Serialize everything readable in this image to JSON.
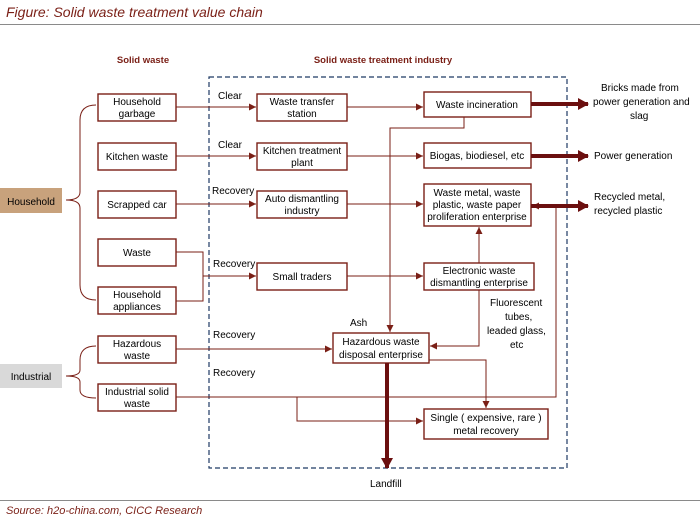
{
  "title": "Figure: Solid waste treatment value chain",
  "source": "Source: h2o-china.com, CICC Research",
  "colors": {
    "accent": "#7a1f16",
    "household_tag": "#c8a27c",
    "industrial_tag": "#d9d9d9",
    "dashed_border": "#1f3a64"
  },
  "headers": {
    "solid_waste": "Solid waste",
    "industry": "Solid waste treatment industry"
  },
  "categories": {
    "household": "Household",
    "industrial": "Industrial"
  },
  "sources": {
    "household_garbage": [
      "Household",
      "garbage"
    ],
    "kitchen_waste": [
      "Kitchen waste"
    ],
    "scrapped_car": [
      "Scrapped car"
    ],
    "waste": [
      "Waste"
    ],
    "household_appliances": [
      "Household",
      "appliances"
    ],
    "hazardous_waste": [
      "Hazardous",
      "waste"
    ],
    "industrial_solid_waste": [
      "Industrial solid",
      "waste"
    ]
  },
  "processors": {
    "waste_transfer": [
      "Waste transfer",
      "station"
    ],
    "kitchen_treatment": [
      "Kitchen treatment",
      "plant"
    ],
    "auto_dismantling": [
      "Auto dismantling",
      "industry"
    ],
    "small_traders": [
      "Small traders"
    ],
    "waste_incineration": [
      "Waste incineration"
    ],
    "biogas": [
      "Biogas, biodiesel, etc"
    ],
    "waste_metal": [
      "Waste metal, waste",
      "plastic, waste paper",
      "proliferation enterprise"
    ],
    "electronic_dismantling": [
      "Electronic waste",
      "dismantling enterprise"
    ],
    "hazardous_disposal": [
      "Hazardous waste",
      "disposal enterprise"
    ],
    "metal_recovery": [
      "Single ( expensive, rare )",
      "metal recovery"
    ]
  },
  "edge_labels": {
    "clear1": "Clear",
    "clear2": "Clear",
    "recovery1": "Recovery",
    "recovery2": "Recovery",
    "recovery3": "Recovery",
    "recovery4": "Recovery",
    "ash": "Ash"
  },
  "outputs": {
    "bricks": [
      "Bricks made from",
      "power generation and",
      "slag"
    ],
    "power": [
      "Power generation"
    ],
    "recycled": [
      "Recycled metal,",
      "recycled plastic"
    ],
    "fluorescent": [
      "Fluorescent",
      "tubes,",
      "leaded glass,",
      "etc"
    ],
    "landfill": [
      "Landfill"
    ]
  }
}
